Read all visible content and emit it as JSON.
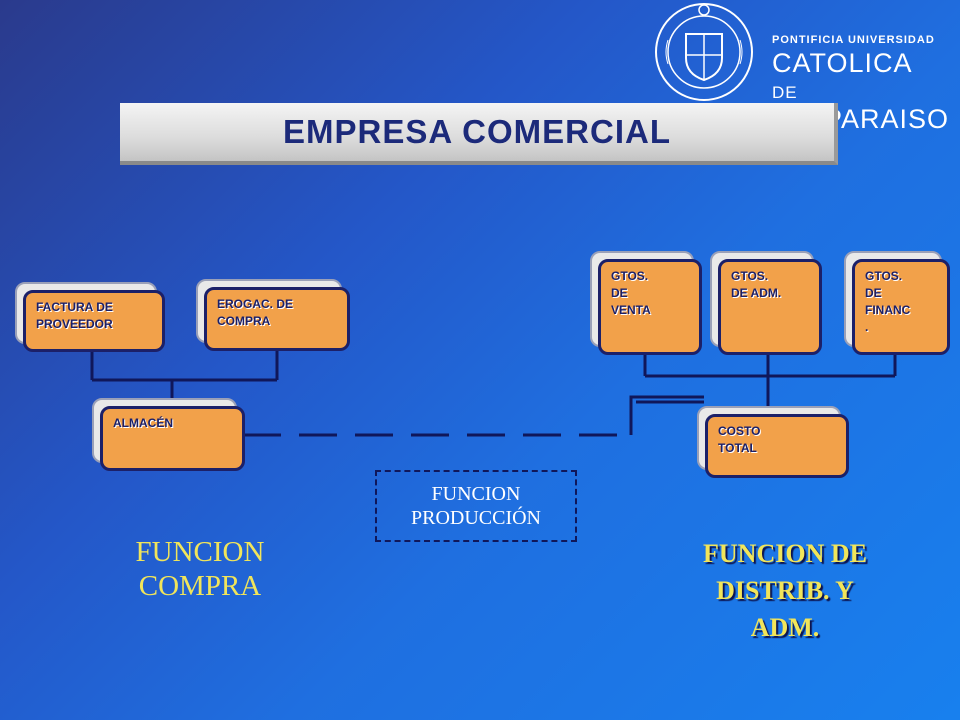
{
  "logo": {
    "line1": "PONTIFICIA UNIVERSIDAD",
    "line2": "CATOLICA",
    "line3_prefix": "DE",
    "line3": "VALPARAISO"
  },
  "title": "EMPRESA COMERCIAL",
  "boxes": {
    "factura": "FACTURA  DE\nPROVEEDOR",
    "erogac": "EROGAC.  DE\nCOMPRA",
    "almacen": "ALMACÉN",
    "gtos_venta": "GTOS.\nDE\nVENTA",
    "gtos_adm": "GTOS.\nDE ADM.",
    "gtos_financ": "GTOS.\nDE\nFINANC\n.",
    "costo_total": "COSTO\nTOTAL"
  },
  "produccion": {
    "line1": "FUNCION",
    "line2": "PRODUCCIÓN"
  },
  "funcion_compra": {
    "line1": "FUNCION",
    "line2": "COMPRA"
  },
  "funcion_dist": {
    "line1": "FUNCION DE",
    "line2": "DISTRIB. Y",
    "line3": "ADM."
  },
  "colors": {
    "box_fill": "#f2a14a",
    "box_border": "#1c2068",
    "label_yellow": "#f1e55a",
    "title_text": "#1c2a7a"
  }
}
